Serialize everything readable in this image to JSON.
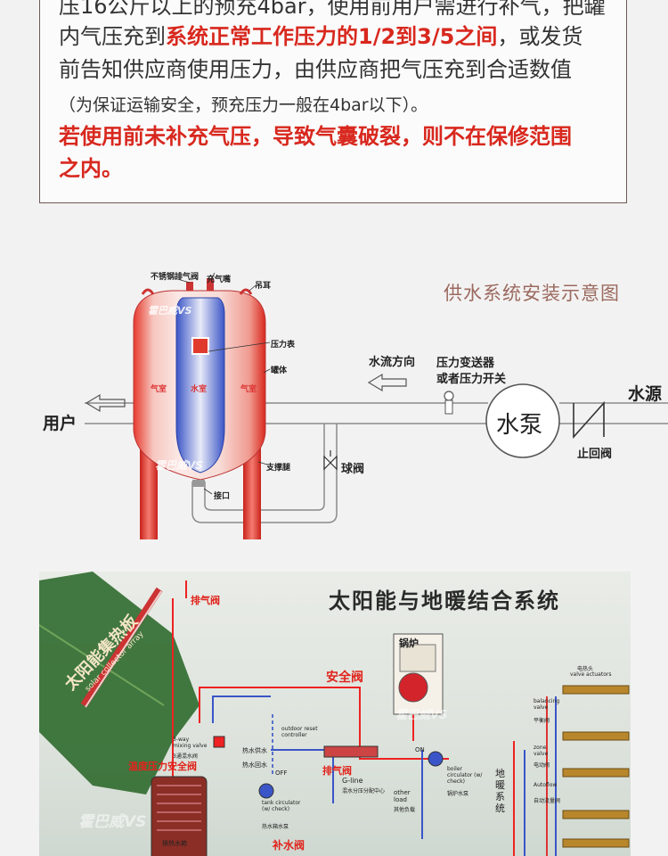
{
  "notice": {
    "line1": "压16公斤以上的预充4bar，使用前用户需进行补气，把罐",
    "line2_pre": "内气压充到",
    "line2_highlight": "系统正常工作压力的1/2到3/5之间",
    "line2_post": "，或发货",
    "line3": "前告知供应商使用压力，由供应商把气压充到合适数值",
    "line4": "（为保证运输安全，预充压力一般在4bar以下）。",
    "warning1": "若使用前未补充气压，导致气囊破裂，则不在保修范围",
    "warning2": "之内。"
  },
  "diagram": {
    "title": "供水系统安装示意图",
    "labels": {
      "stainless_vent": "不锈钢排气阀",
      "charge_nozzle": "充气嘴",
      "lifting_ear": "吊耳",
      "pressure_gauge": "压力表",
      "tank_body": "罐体",
      "air_left": "气室",
      "water_room": "水室",
      "air_right": "气室",
      "support_leg": "支撑腿",
      "interface": "接口",
      "user": "用户",
      "flow_direction": "水流方向",
      "transmitter_1": "压力变送器",
      "transmitter_2": "或者压力开关",
      "ball_valve": "球阀",
      "pump": "水泵",
      "check_valve": "止回阀",
      "water_source": "水源",
      "watermark": "霍巴威VS"
    }
  },
  "photo": {
    "title": "太阳能与地暖结合系统",
    "labels": {
      "collector_cn": "太阳能集热板",
      "collector_en": "solar collector array",
      "vent_top": "排气阀",
      "boiler": "锅炉",
      "safety_valve": "安全阀",
      "temp_pressure_valve": "温度压力安全阀",
      "mixing_valve_en": "3-way mixing valve",
      "mixing_valve_cn": "3通混水阀",
      "hot_supply": "热水供水",
      "hot_return": "热水回水",
      "outdoor_controller": "outdoor reset controller",
      "off": "OFF",
      "vent_mid": "排气阀",
      "gline": "G-line",
      "manifold": "混水分压分配中心",
      "other_load_en": "other load",
      "other_load_cn": "其他负载",
      "refill": "补水阀",
      "tank_circulator_en": "tank circulator (w/ check)",
      "tank_circulator_cn": "热水箱水泵",
      "hot_water_tank": "换热水箱",
      "on": "ON",
      "boiler_circulator_en": "boiler circulator (w/ check)",
      "boiler_circulator_cn": "锅炉水泵",
      "floor_heating": "地暖系统",
      "valve_head_en": "valve actuators",
      "valve_head_cn": "电热头",
      "balancing_en": "balancing valve",
      "balancing_cn": "平衡阀",
      "zone_valve_en": "zone valve",
      "zone_valve_cn": "电动阀",
      "autoflow_en": "Autoflow",
      "autoflow_cn": "自动流量阀",
      "watermark": "霍巴威VS"
    }
  }
}
